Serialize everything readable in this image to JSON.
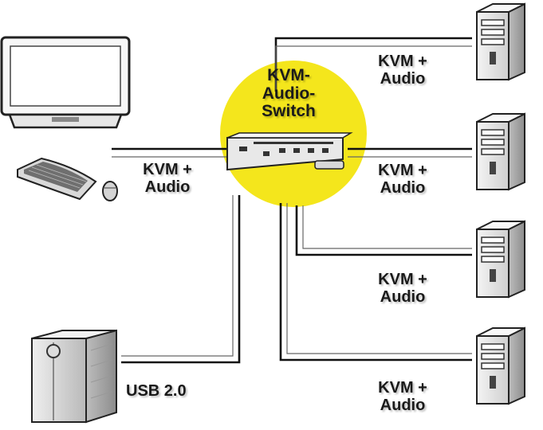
{
  "switch_title": {
    "line1": "KVM-",
    "line2": "Audio-",
    "line3": "Switch"
  },
  "console_link": {
    "line1": "KVM +",
    "line2": "Audio"
  },
  "usb_link": {
    "label": "USB 2.0"
  },
  "pc_links": [
    {
      "line1": "KVM +",
      "line2": "Audio"
    },
    {
      "line1": "KVM +",
      "line2": "Audio"
    },
    {
      "line1": "KVM +",
      "line2": "Audio"
    },
    {
      "line1": "KVM +",
      "line2": "Audio"
    }
  ],
  "colors": {
    "highlight": "#f4e61c",
    "line": "#111111"
  }
}
